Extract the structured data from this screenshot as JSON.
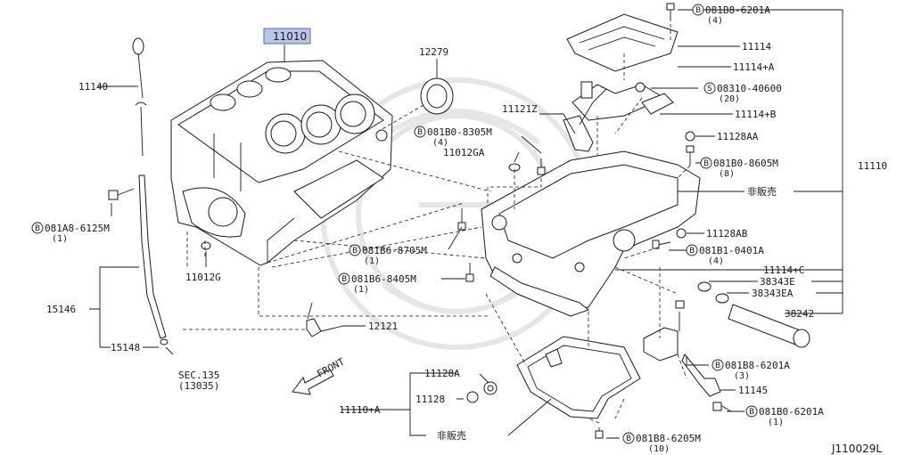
{
  "highlight_color": "#b8c4e8",
  "diagram_code": "J110029L",
  "callout_highlighted": "11010",
  "callouts": {
    "c12279": "12279",
    "c11140": "11140",
    "c081A8": "081A8-6125M",
    "c081A8q": "(1)",
    "c15146": "15146",
    "c15148": "15148",
    "sec": "SEC.135",
    "secsub": "(13035)",
    "c11012g": "11012G",
    "c12121": "12121",
    "front": "FRONT",
    "c11121z": "11121Z",
    "c081B0_8305": "081B0-8305M",
    "c081B0_8305q": "(4)",
    "c11012ga": "11012GA",
    "c081B6_8705": "081B6-8705M",
    "c081B6_8705q": "(1)",
    "c081B6_8405": "081B6-8405M",
    "c081B6_8405q": "(1)",
    "c081B8_6201A_top": "081B8-6201A",
    "c081B8_6201A_topq": "(4)",
    "c11114": "11114",
    "c11114a": "11114+A",
    "c08310": "08310-40600",
    "c08310q": "(20)",
    "c11114b": "11114+B",
    "c11128aa": "11128AA",
    "c081B0_8605": "081B0-8605M",
    "c081B0_8605q": "(8)",
    "c11110": "11110",
    "notsold1": "非販売",
    "c11128ab": "11128AB",
    "c081B1": "081B1-0401A",
    "c081B1q": "(4)",
    "c11114c": "11114+C",
    "c38343e": "38343E",
    "c38343ea": "38343EA",
    "c38242": "38242",
    "c081B8_6201A_mid": "081B8-6201A",
    "c081B8_6201A_midq": "(3)",
    "c11145": "11145",
    "c081B0_6201A": "081B0-6201A",
    "c081B0_6201Aq": "(1)",
    "c11128a": "11128A",
    "c11128": "11128",
    "c11110a": "11110+A",
    "notsold2": "非販売",
    "c081B8_6205": "081B8-6205M",
    "c081B8_6205q": "(10)",
    "circle_b": "B",
    "circle_s": "S"
  }
}
